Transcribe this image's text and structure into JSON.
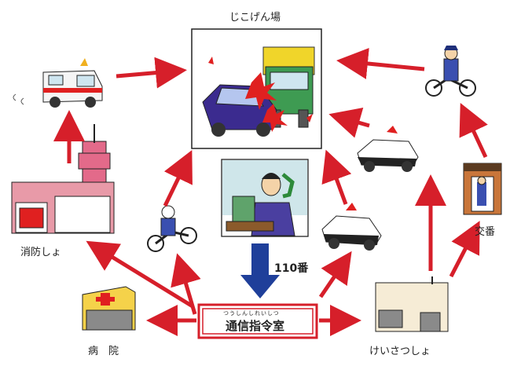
{
  "labels": {
    "accident_scene": "じこげん場",
    "fire_station": "消防しょ",
    "police_box": "交番",
    "hospital": "病　院",
    "police_station": "けいさつしょ",
    "command_center": "通信指令室",
    "command_center_ruby": "つうしんしれいしつ",
    "emergency_number": "110番"
  },
  "colors": {
    "arrow_red": "#d61f2a",
    "arrow_blue": "#1f3f9a",
    "hospital_yellow": "#f5d24a",
    "fire_station_pink": "#e36a8a",
    "police_box_orange": "#c9763a",
    "truck_green": "#3e9b52",
    "car_purple": "#3b2b8f",
    "frame_red": "#d61f2a"
  },
  "icons": [
    "ambulance-icon",
    "fire-station-icon",
    "hospital-icon",
    "police-box-icon",
    "police-station-icon",
    "police-car-icon",
    "police-motorcycle-icon",
    "operator-icon",
    "car-crash-icon"
  ]
}
